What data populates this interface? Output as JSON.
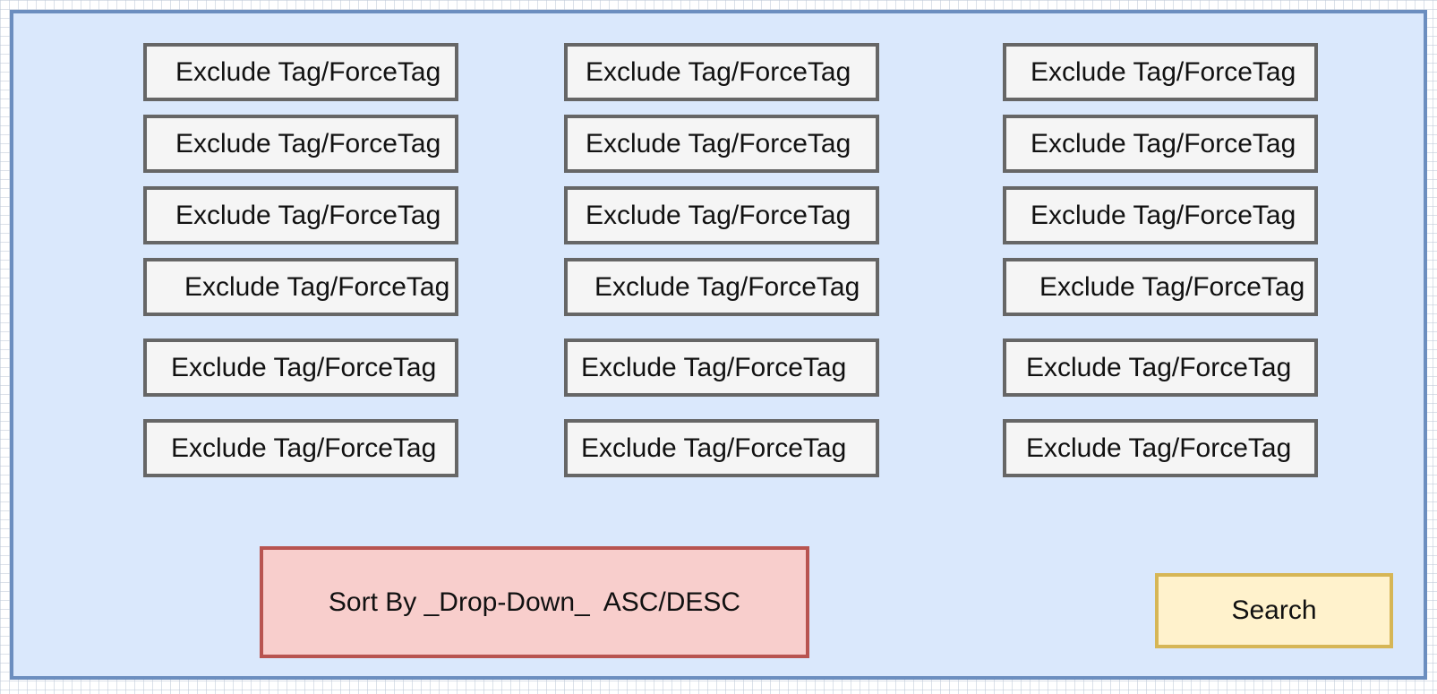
{
  "tag_grid": {
    "columns": [
      {
        "items": [
          {
            "label": "Exclude Tag/ForceTag"
          },
          {
            "label": "Exclude Tag/ForceTag"
          },
          {
            "label": "Exclude Tag/ForceTag"
          },
          {
            "label": "Exclude Tag/ForceTag"
          },
          {
            "label": "Exclude Tag/ForceTag"
          },
          {
            "label": "Exclude Tag/ForceTag"
          }
        ]
      },
      {
        "items": [
          {
            "label": "Exclude Tag/ForceTag"
          },
          {
            "label": "Exclude Tag/ForceTag"
          },
          {
            "label": "Exclude Tag/ForceTag"
          },
          {
            "label": "Exclude Tag/ForceTag"
          },
          {
            "label": "Exclude Tag/ForceTag"
          },
          {
            "label": "Exclude Tag/ForceTag"
          }
        ]
      },
      {
        "items": [
          {
            "label": "Exclude Tag/ForceTag"
          },
          {
            "label": "Exclude Tag/ForceTag"
          },
          {
            "label": "Exclude Tag/ForceTag"
          },
          {
            "label": "Exclude Tag/ForceTag"
          },
          {
            "label": "Exclude Tag/ForceTag"
          },
          {
            "label": "Exclude Tag/ForceTag"
          }
        ]
      }
    ]
  },
  "sort": {
    "label": "Sort By _Drop-Down_  ASC/DESC"
  },
  "search": {
    "label": "Search"
  },
  "colors": {
    "canvas_background": "#ffffff",
    "panel_fill": "#dae8fc",
    "panel_border": "#6c8ebf",
    "tag_fill": "#f5f5f5",
    "tag_border": "#666666",
    "sort_fill": "#f8cecc",
    "sort_border": "#b85450",
    "search_fill": "#fff2cc",
    "search_border": "#d6b656"
  }
}
